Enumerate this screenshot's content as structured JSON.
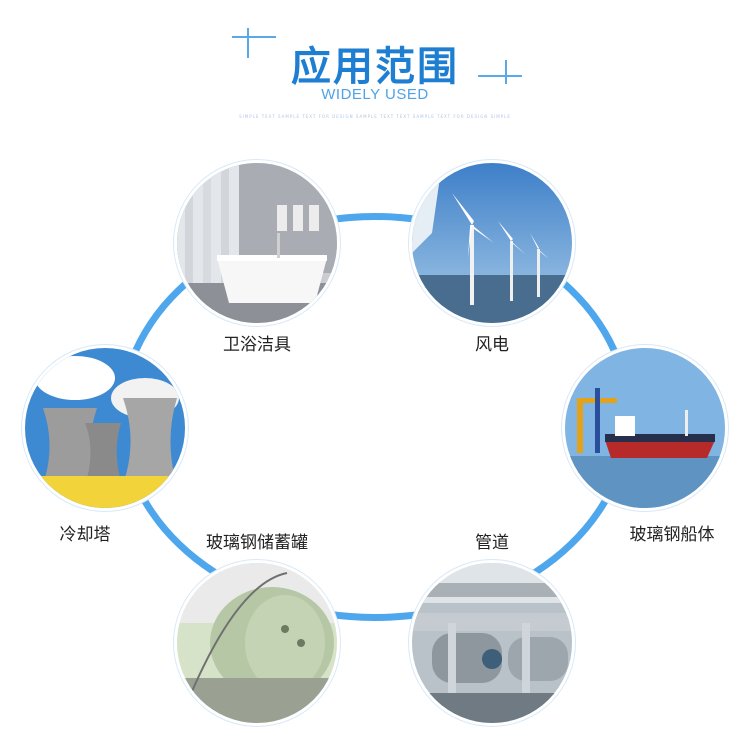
{
  "header": {
    "title": "应用范围",
    "subtitle": "WIDELY USED",
    "micro_text": "SIMPLE TEXT SAMPLE TEXT FOR DESIGN SAMPLE TEXT TEXT SAMPLE TEXT FOR DESIGN SIMPLE"
  },
  "colors": {
    "accent": "#1e7ed1",
    "ring": "#4ea6ec"
  },
  "applications": [
    {
      "label": "卫浴洁具",
      "icon": "bathtub-photo"
    },
    {
      "label": "风电",
      "icon": "wind-turbine-photo"
    },
    {
      "label": "冷却塔",
      "icon": "cooling-tower-photo"
    },
    {
      "label": "玻璃钢船体",
      "icon": "ship-photo"
    },
    {
      "label": "玻璃钢储蓄罐",
      "icon": "storage-tank-photo"
    },
    {
      "label": "管道",
      "icon": "pipeline-photo"
    }
  ]
}
